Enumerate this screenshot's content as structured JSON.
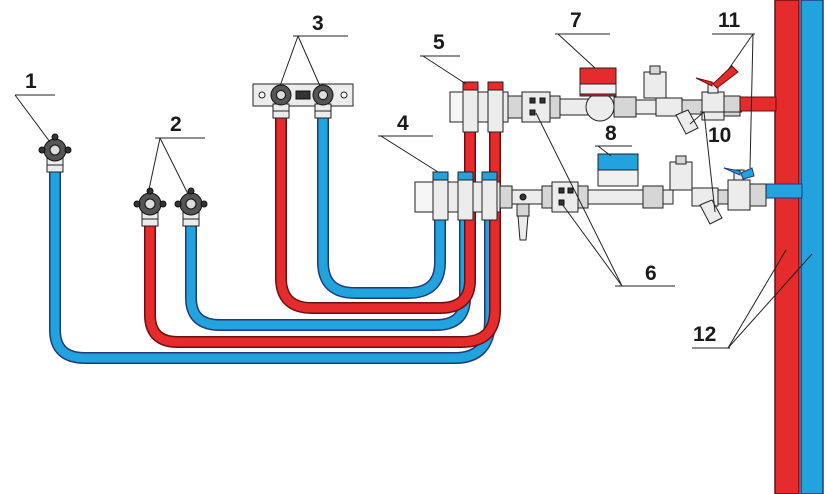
{
  "labels": {
    "l1": "1",
    "l2": "2",
    "l3": "3",
    "l4": "4",
    "l5": "5",
    "l6": "6",
    "l7": "7",
    "l8": "8",
    "l10": "10",
    "l11": "11",
    "l12": "12"
  },
  "colors": {
    "hot": "#e52b2b",
    "cold": "#22a3de",
    "outline": "#222222"
  }
}
